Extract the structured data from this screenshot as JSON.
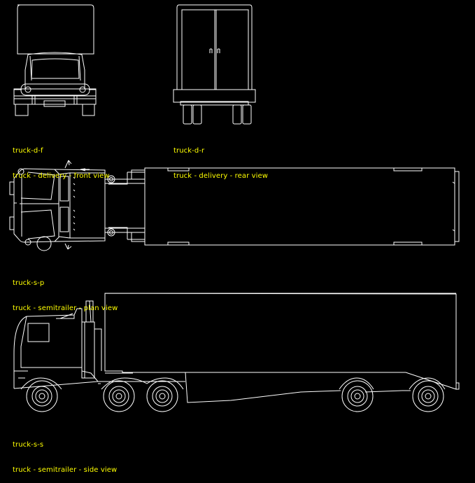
{
  "blocks": [
    {
      "id": "truck-d-f",
      "name": "truck-d-f",
      "desc": "truck - delivery - front view"
    },
    {
      "id": "truck-d-r",
      "name": "truck-d-r",
      "desc": "truck - delivery - rear view"
    },
    {
      "id": "truck-s-p",
      "name": "truck-s-p",
      "desc": "truck - semitrailer - plan view"
    },
    {
      "id": "truck-s-s",
      "name": "truck-s-s",
      "desc": "truck - semitrailer - side view"
    }
  ],
  "colors": {
    "background": "#000000",
    "linework": "#ffffff",
    "labels": "#ffff00"
  }
}
